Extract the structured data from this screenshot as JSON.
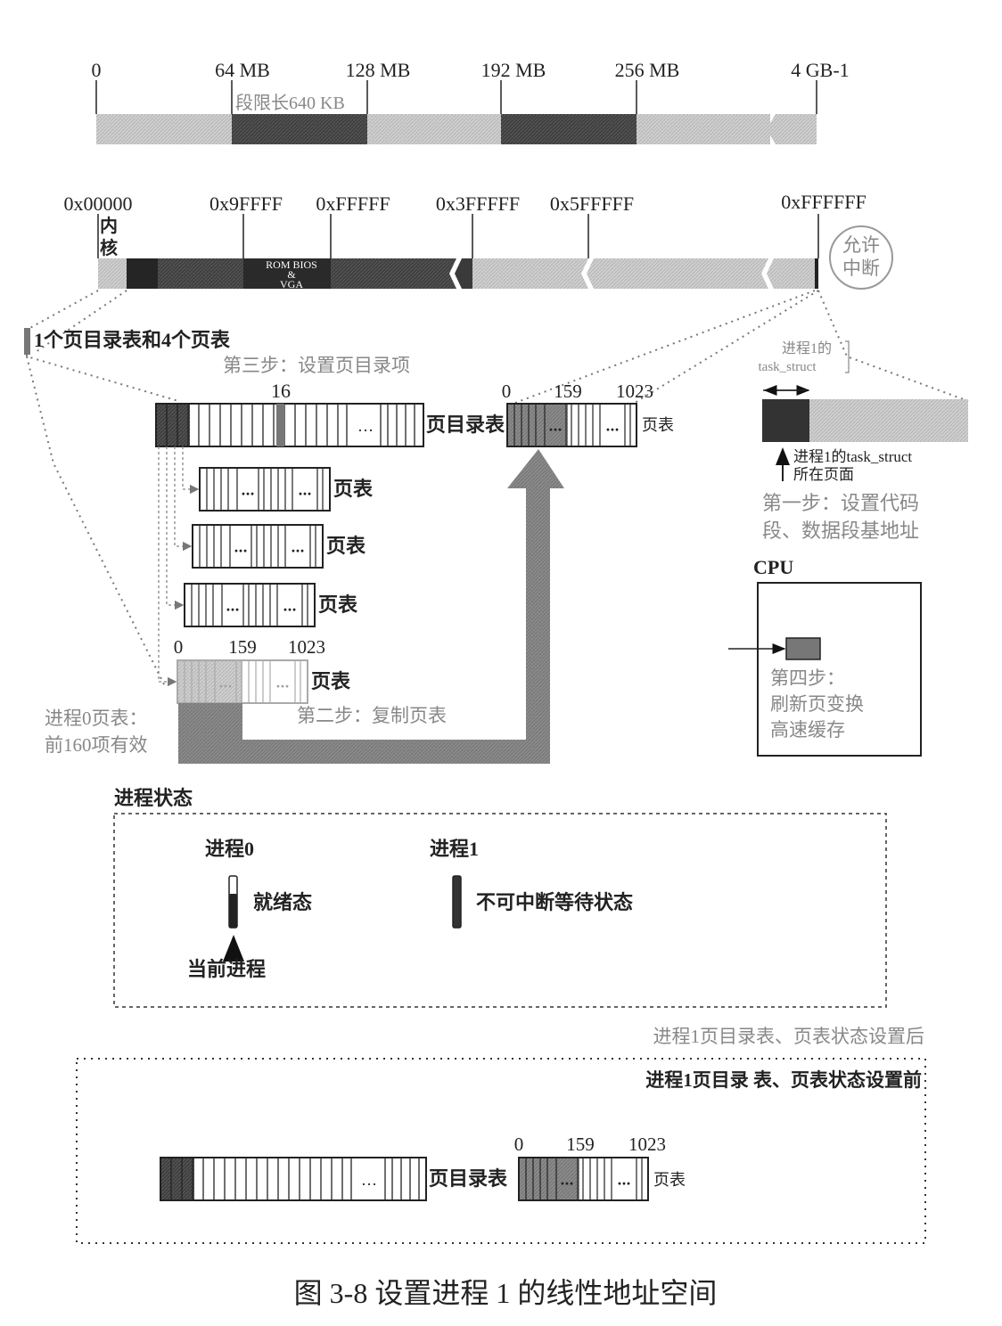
{
  "linear_bar": {
    "ticks": [
      "0",
      "64 MB",
      "128 MB",
      "192 MB",
      "256 MB",
      "4 GB-1"
    ],
    "segment_label": "段限长640 KB"
  },
  "phys_bar": {
    "ticks": [
      "0x00000",
      "0x9FFFF",
      "0xFFFFF",
      "0x3FFFFF",
      "0x5FFFFF",
      "0xFFFFFF"
    ],
    "kernel_label": [
      "内",
      "核"
    ],
    "rom_label": [
      "ROM BIOS",
      "&",
      "VGA"
    ],
    "interrupt_label": [
      "允许",
      "中断"
    ]
  },
  "left_group": {
    "title": "1个页目录表和4个页表",
    "step3": "第三步：设置页目录项",
    "dir_index": "16",
    "dir_label": "页目录表",
    "page_table_label": "页表",
    "idx": [
      "0",
      "159",
      "1023"
    ],
    "ellipsis": "…",
    "proc0_note": [
      "进程0页表：",
      "前160项有效"
    ],
    "step2": "第二步：复制页表"
  },
  "right_group": {
    "task_label": [
      "进程1的",
      "task_struct"
    ],
    "task_page_label": [
      "进程1的task_struct",
      "所在页面"
    ],
    "step1": [
      "第一步：设置代码",
      "段、数据段基地址"
    ],
    "cpu_label": "CPU",
    "step4": [
      "第四步：",
      "刷新页变换",
      "高速缓存"
    ]
  },
  "process_state": {
    "title": "进程状态",
    "p0": "进程0",
    "p0_state": "就绪态",
    "p1": "进程1",
    "p1_state": "不可中断等待状态",
    "current": "当前进程"
  },
  "bottom": {
    "after_label": "进程1页目录表、页表状态设置后",
    "before_label": "进程1页目录 表、页表状态设置前",
    "dir_label": "页目录表",
    "pt_label": "页表"
  },
  "caption": "图 3-8    设置进程 1 的线性地址空间",
  "colors": {
    "light": "#c9c9c9",
    "dark": "#3c3c3c",
    "mid": "#8a8a8a",
    "line": "#222222",
    "gray_text": "#8e8e8e"
  }
}
